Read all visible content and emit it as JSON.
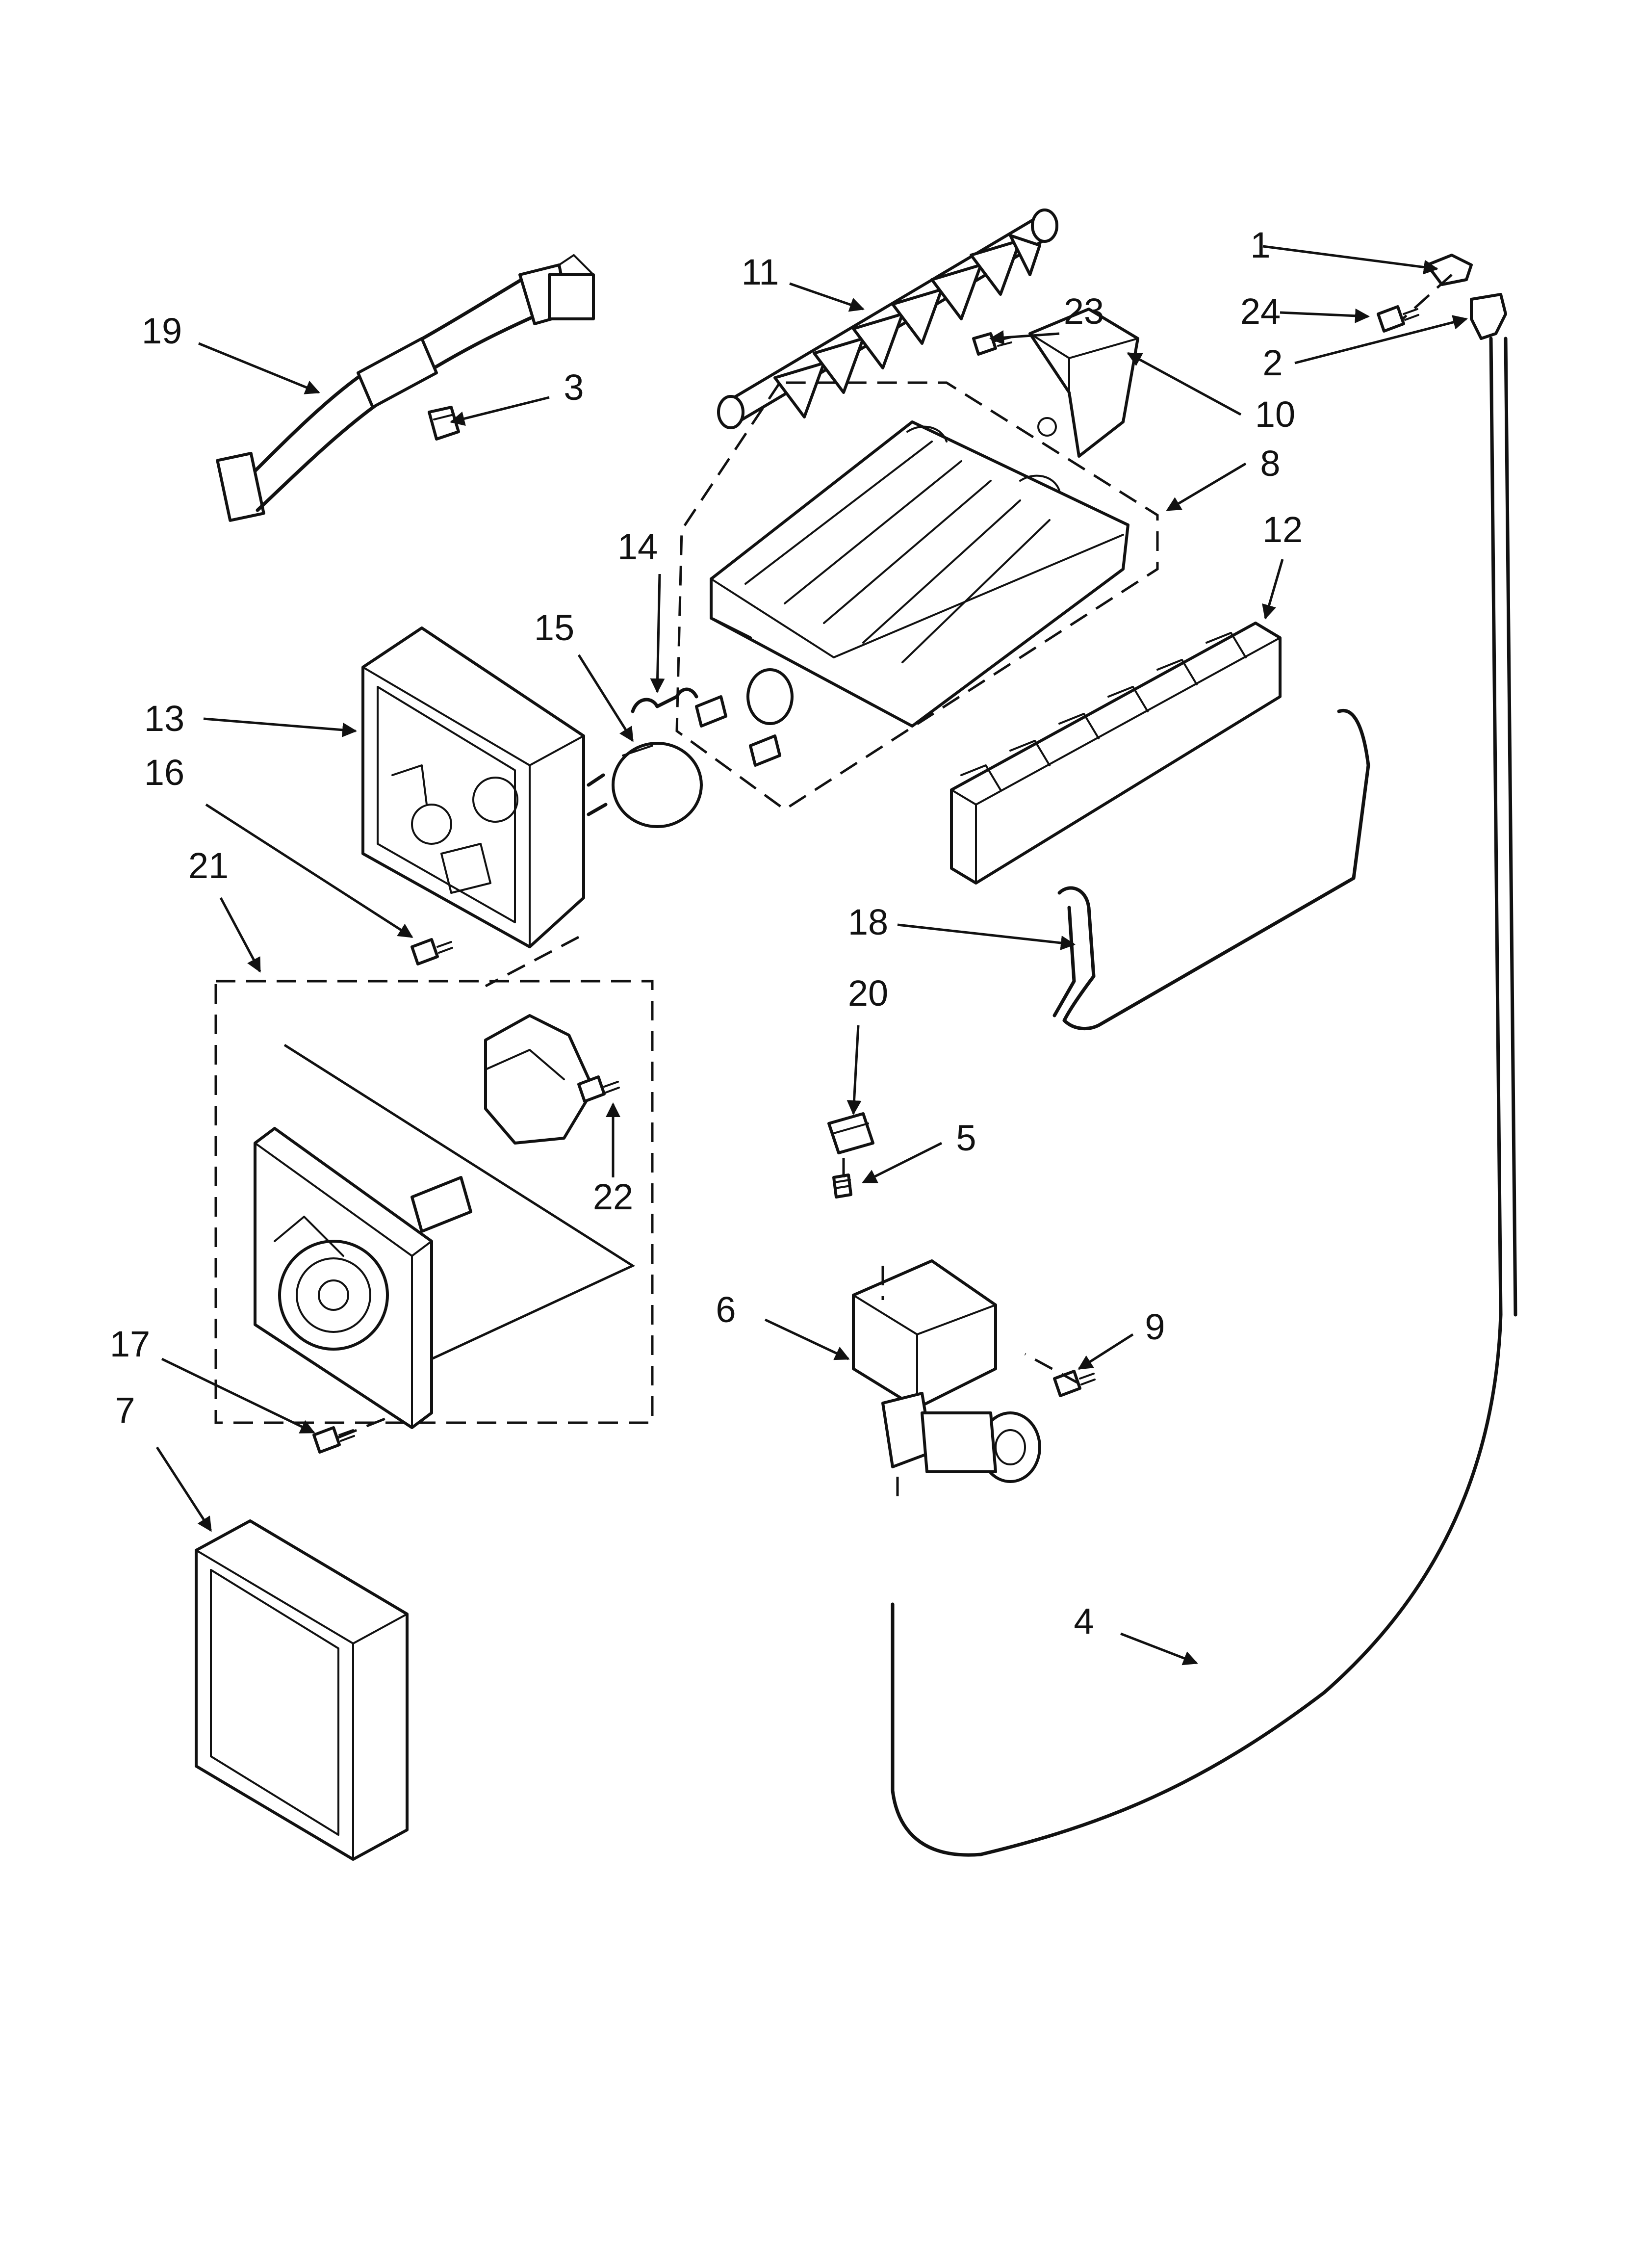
{
  "callouts": {
    "c1": "1",
    "c2": "2",
    "c3": "3",
    "c4": "4",
    "c5": "5",
    "c6": "6",
    "c7": "7",
    "c8": "8",
    "c9": "9",
    "c10": "10",
    "c11": "11",
    "c12": "12",
    "c13": "13",
    "c14": "14",
    "c15": "15",
    "c16": "16",
    "c17": "17",
    "c18": "18",
    "c19": "19",
    "c20": "20",
    "c21": "21",
    "c22": "22",
    "c23": "23",
    "c24": "24"
  },
  "colors": {
    "line": "#111111",
    "background": "#ffffff"
  }
}
